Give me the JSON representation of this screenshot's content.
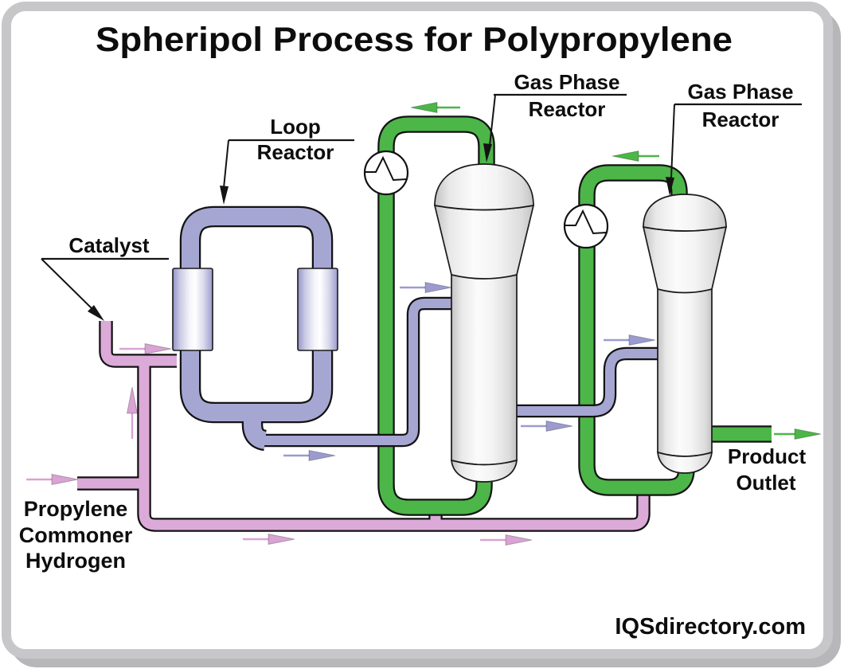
{
  "title": "Spheripol Process for Polypropylene",
  "watermark": "IQSdirectory.com",
  "labels": {
    "loop_reactor": [
      "Loop",
      "Reactor"
    ],
    "catalyst": "Catalyst",
    "gas_phase_reactor_left": [
      "Gas Phase",
      "Reactor"
    ],
    "gas_phase_reactor_right": [
      "Gas Phase",
      "Reactor"
    ],
    "feed_inlet": [
      "Propylene",
      "Commoner",
      "Hydrogen"
    ],
    "product_outlet": [
      "Product",
      "Outlet"
    ]
  },
  "colors": {
    "green_pipe": "#4cb648",
    "purple_pipe": "#a6a6d3",
    "pink_pipe": "#dcaad8",
    "green_arrow": "#4cb648",
    "purple_arrow": "#9b9bd0",
    "pink_arrow": "#d9a3d4",
    "outline": "#131313",
    "frame_gray": "#c7c7c9",
    "shadow_gray": "#b7b7b9",
    "text": "#0d0d0d"
  },
  "icons": {
    "heat_exchanger": "circle-with-zigzag",
    "flow_arrow": "elongated-triangle-arrow",
    "leader_arrow": "black-pointer-triangle"
  }
}
